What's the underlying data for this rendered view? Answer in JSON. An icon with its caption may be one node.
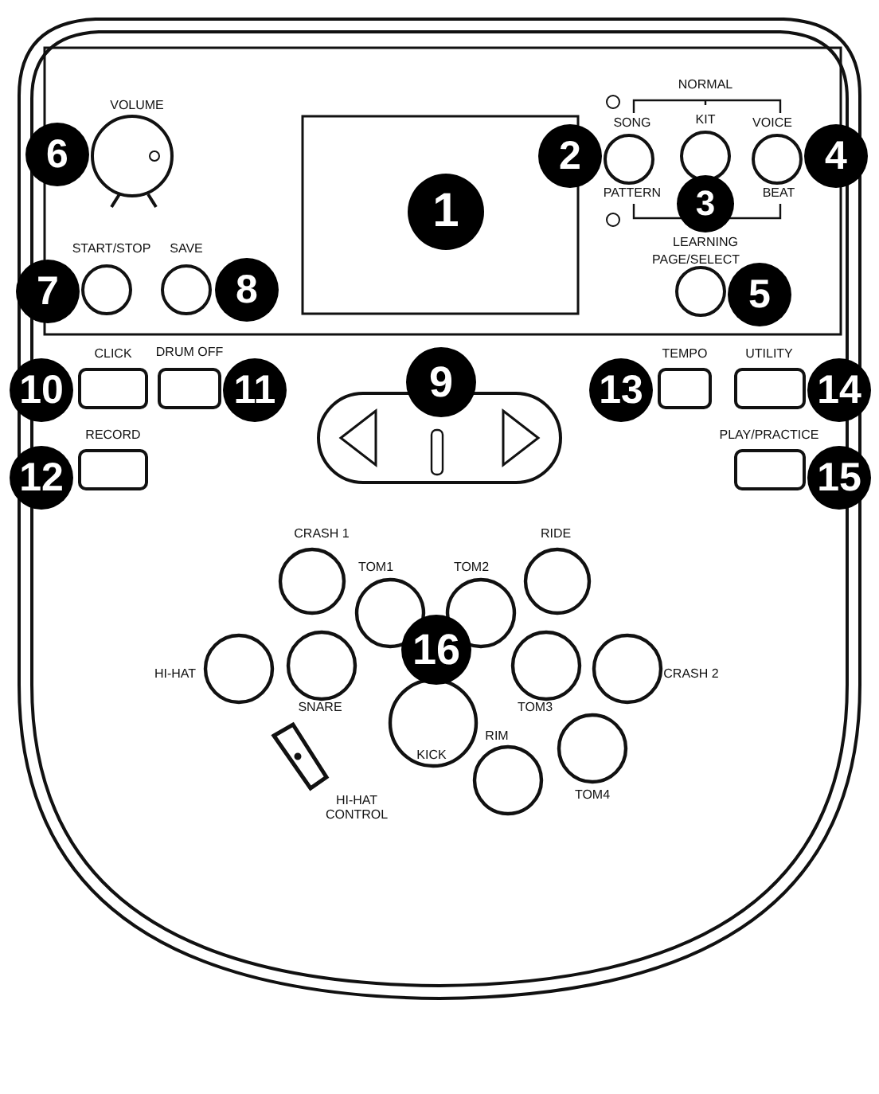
{
  "diagram": {
    "labels": [
      "NORMAL",
      "VOLUME",
      "6",
      "SONG",
      "KIT",
      "VOICE",
      "2",
      "4",
      "1",
      "PATTERN",
      "3",
      "BEAT",
      "LEARNING",
      "START/STOP",
      "SAVE",
      "PAGE/SELECT",
      "7",
      "8",
      "5",
      "CLICK",
      "DRUM OFF",
      "TEMPO",
      "UTILITY",
      "10",
      "11",
      "9",
      "13",
      "14",
      "RECORD",
      "PLAY/PRACTICE",
      "12",
      "15",
      "CRASH 1",
      "RIDE",
      "TOM1",
      "TOM2",
      "16",
      "HI-HAT",
      "CRASH 2",
      "SNARE",
      "TOM3",
      "KICK",
      "RIM",
      "TOM4",
      "HI-HAT CONTROL"
    ]
  }
}
